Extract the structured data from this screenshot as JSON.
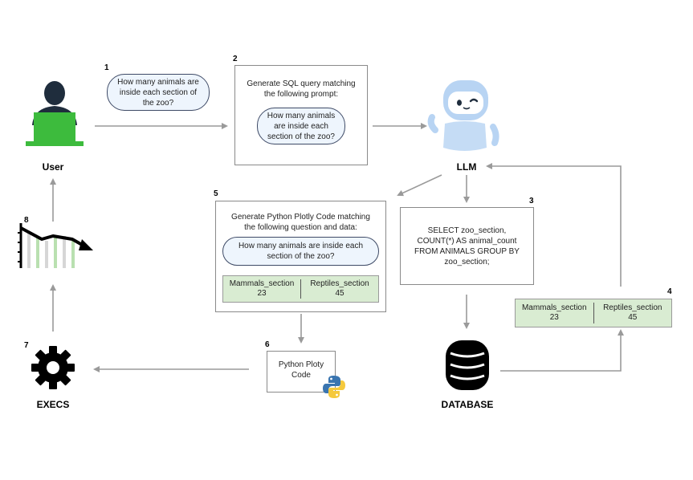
{
  "steps": {
    "s1": "1",
    "s2": "2",
    "s3": "3",
    "s4": "4",
    "s5": "5",
    "s6": "6",
    "s7": "7",
    "s8": "8"
  },
  "labels": {
    "user": "User",
    "llm": "LLM",
    "database": "DATABASE",
    "execs": "EXECS"
  },
  "step1": {
    "question": "How many animals are inside each section of the zoo?"
  },
  "step2": {
    "instruction": "Generate SQL query matching the following prompt:",
    "question": "How many animals are inside each section of the zoo?"
  },
  "step3": {
    "sql": "SELECT zoo_section, COUNT(*) AS animal_count FROM ANIMALS GROUP BY zoo_section;"
  },
  "step4": {
    "columns": [
      {
        "name": "Mammals_section",
        "value": "23"
      },
      {
        "name": "Reptiles_section",
        "value": "45"
      }
    ]
  },
  "step5": {
    "instruction": "Generate Python Plotly Code matching the following question and data:",
    "question": "How many animals are inside each section of the zoo?",
    "columns": [
      {
        "name": "Mammals_section",
        "value": "23"
      },
      {
        "name": "Reptiles_section",
        "value": "45"
      }
    ]
  },
  "step6": {
    "label": "Python Ploty Code"
  },
  "icons": {
    "user": "user-laptop-icon",
    "llm": "robot-icon",
    "database": "database-icon",
    "execs": "gear-icon",
    "chart": "bar-chart-trend-icon",
    "python": "python-logo-icon"
  },
  "colors": {
    "arrow": "#9a9a9a",
    "bubble_fill": "#eef5fd",
    "table_fill": "#d9ecd2",
    "laptop_green": "#3dbb3d",
    "robot_blue": "#b8d4f3"
  }
}
